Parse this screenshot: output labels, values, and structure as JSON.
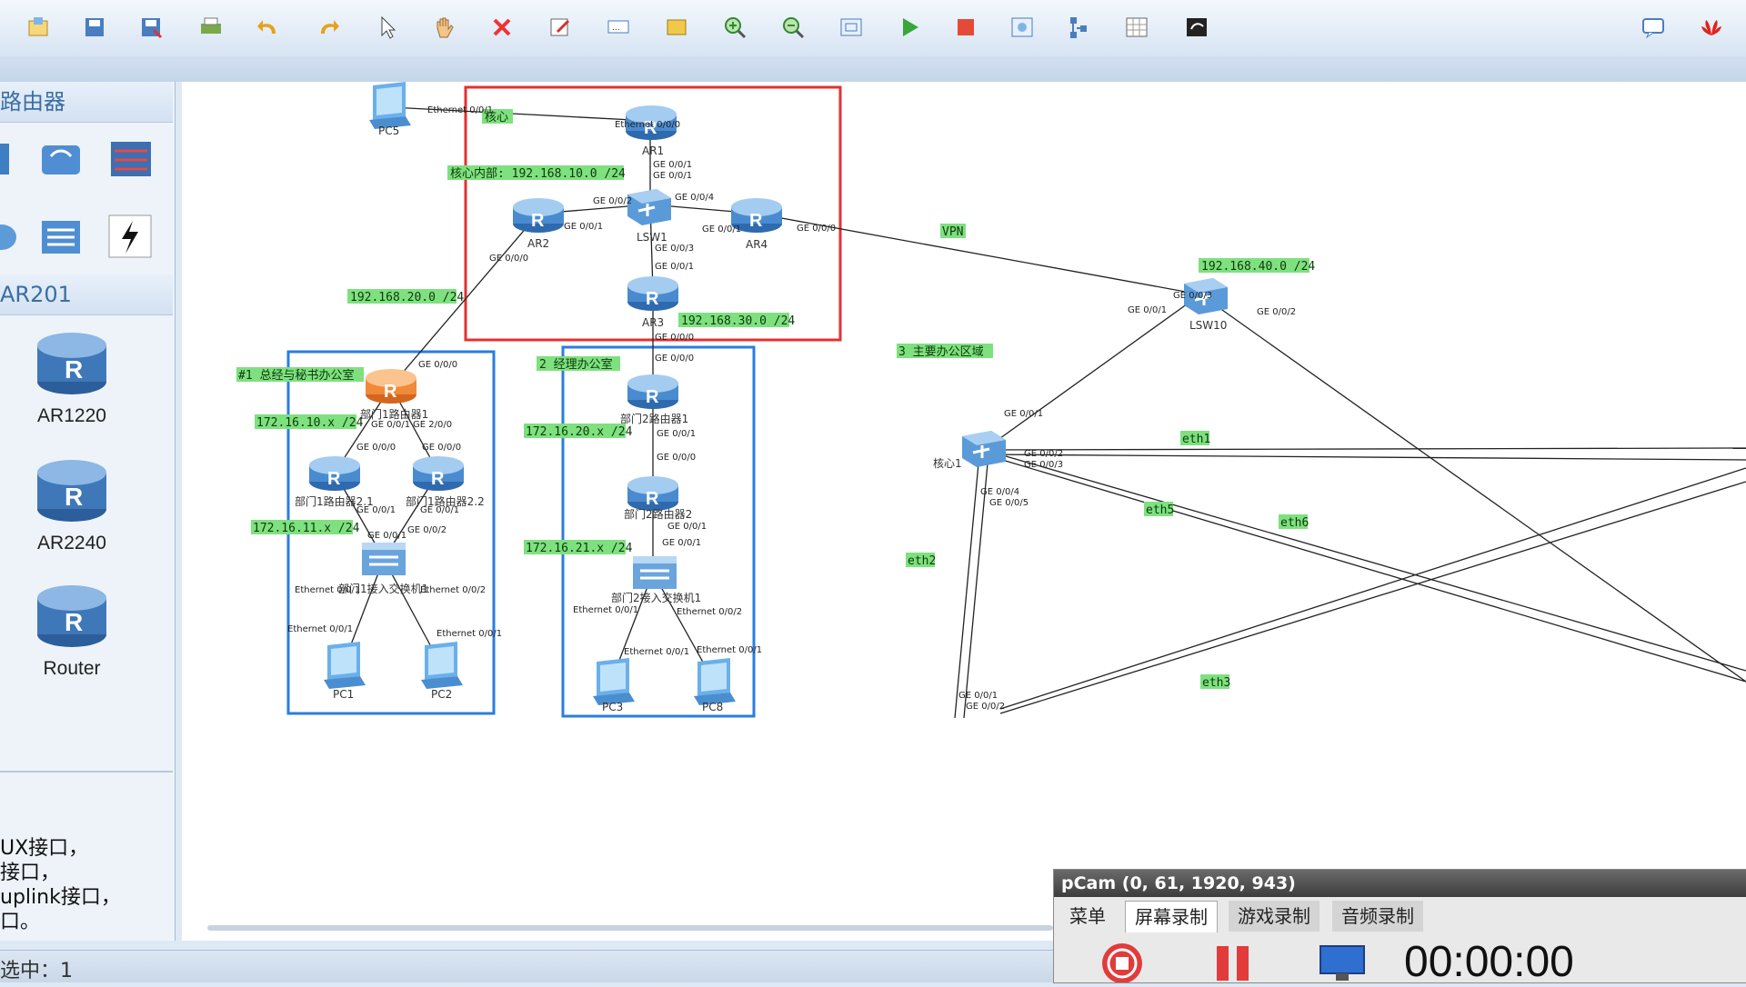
{
  "toolbar": {
    "buttons": [
      "new-topology",
      "save",
      "save-as",
      "print",
      "undo",
      "redo",
      "select",
      "pan",
      "delete",
      "edit",
      "text",
      "rectangle",
      "zoom-in",
      "zoom-out",
      "fit",
      "start",
      "stop",
      "capture",
      "topology",
      "grid",
      "terminal"
    ],
    "right_buttons": [
      "chat",
      "huawei-logo"
    ]
  },
  "left_panel": {
    "category_title": "路由器",
    "model_title": "AR201",
    "devices": [
      {
        "label": "AR1220"
      },
      {
        "label": "AR2240"
      },
      {
        "label": "Router"
      }
    ],
    "description_lines": [
      "UX接口，",
      "接口，",
      "uplink接口，",
      "口。"
    ]
  },
  "status": {
    "selected": "选中：1"
  },
  "topology": {
    "tags": {
      "core": "核心",
      "core_internal": "核心内部: 192.168.10.0 /24",
      "net20": "192.168.20.0 /24",
      "net30": "192.168.30.0 /24",
      "net40": "192.168.40.0 /24",
      "vpn": "VPN",
      "office1": "#1 总经与秘书办公室",
      "office2": "2 经理办公室",
      "office3": "3 主要办公区域",
      "n1610": "172.16.10.x /24",
      "n1611": "172.16.11.x /24",
      "n1620": "172.16.20.x /24",
      "n1621": "172.16.21.x /24",
      "eth1": "eth1",
      "eth2": "eth2",
      "eth3": "eth3",
      "eth5": "eth5",
      "eth6": "eth6"
    },
    "nodes": {
      "pc5": "PC5",
      "ar1": "AR1",
      "ar2": "AR2",
      "ar3": "AR3",
      "ar4": "AR4",
      "lsw1": "LSW1",
      "lsw10": "LSW10",
      "core1": "核心1",
      "d1r1": "部门1路由器1",
      "d1r21": "部门1路由器2.1",
      "d1r22": "部门1路由器2.2",
      "d1sw": "部门1接入交换机1",
      "d2r1": "部门2路由器1",
      "d2r2": "部门2路由器2",
      "d2sw": "部门2接入交换机1",
      "pc1": "PC1",
      "pc2": "PC2",
      "pc3": "PC3",
      "pc8": "PC8"
    },
    "ports": {
      "e001": "Ethernet 0/0/1",
      "e000": "Ethernet 0/0/0",
      "ge001": "GE 0/0/1",
      "ge000": "GE 0/0/0",
      "ge002": "GE 0/0/2",
      "ge003": "GE 0/0/3",
      "ge004": "GE 0/0/4",
      "ge005": "GE 0/0/5",
      "ge200": "GE 2/0/0",
      "e002": "Ethernet 0/0/2"
    }
  },
  "recorder": {
    "title": "pCam (0, 61, 1920, 943)",
    "tabs": [
      "菜单",
      "屏幕录制",
      "游戏录制",
      "音频录制"
    ],
    "timer": "00:00:00"
  },
  "colors": {
    "accent": "#3a6ea5",
    "tag_bg": "#7fe07f",
    "core_box": "#e53030",
    "dept_box": "#2a7de0"
  }
}
